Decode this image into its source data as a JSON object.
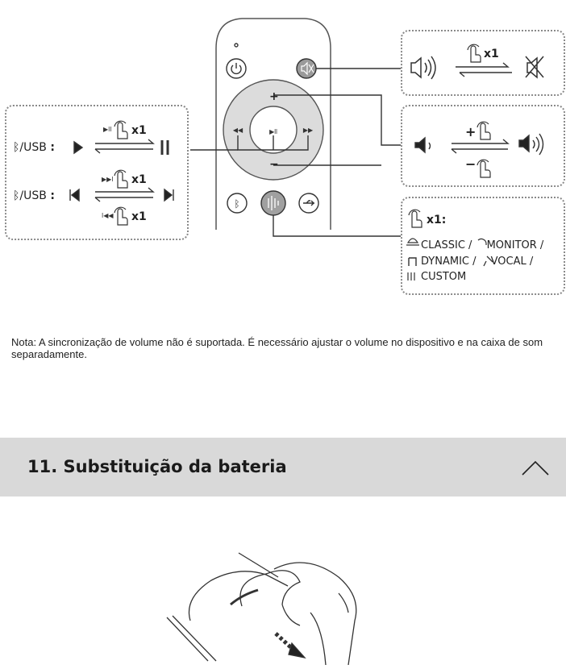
{
  "remote_figure": {
    "bt_usb_label": "/USB",
    "colon": ":",
    "x1": "x1",
    "plus": "+",
    "minus": "−",
    "mode_list": {
      "line1": "CLASSIC / ",
      "line1b": "MONITOR /",
      "line2": "DYNAMIC / ",
      "line2b": "VOCAL /",
      "line3": "CUSTOM"
    }
  },
  "note": "Nota: A sincronização de volume não é suportada. É necessário ajustar o volume no dispositivo e na caixa de som separadamente.",
  "section": {
    "title": "11. Substituição da bateria"
  }
}
